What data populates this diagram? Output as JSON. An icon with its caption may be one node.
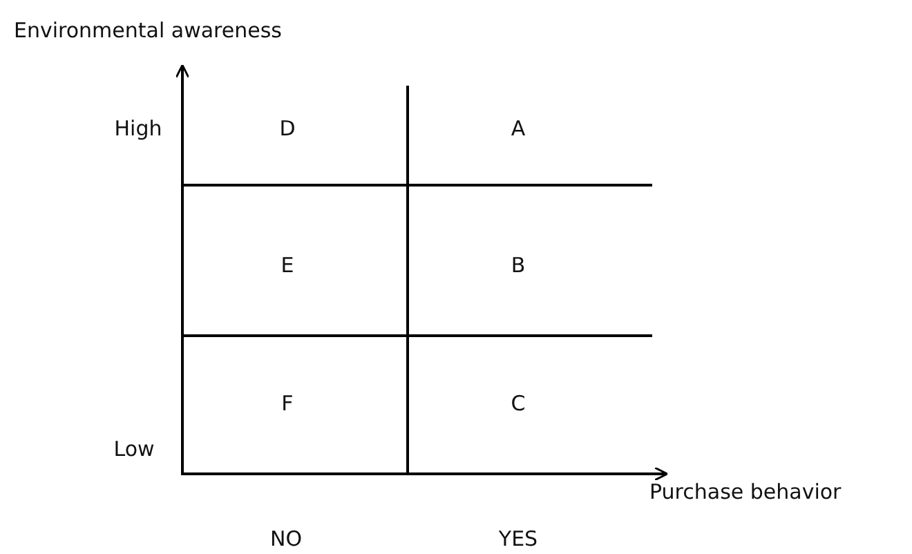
{
  "diagram": {
    "labels": [
      "Environmental awareness",
      "High",
      "D",
      "A",
      "E",
      "B",
      "F",
      "C",
      "Low",
      "Purchase behavior",
      "NO",
      "YES"
    ]
  }
}
